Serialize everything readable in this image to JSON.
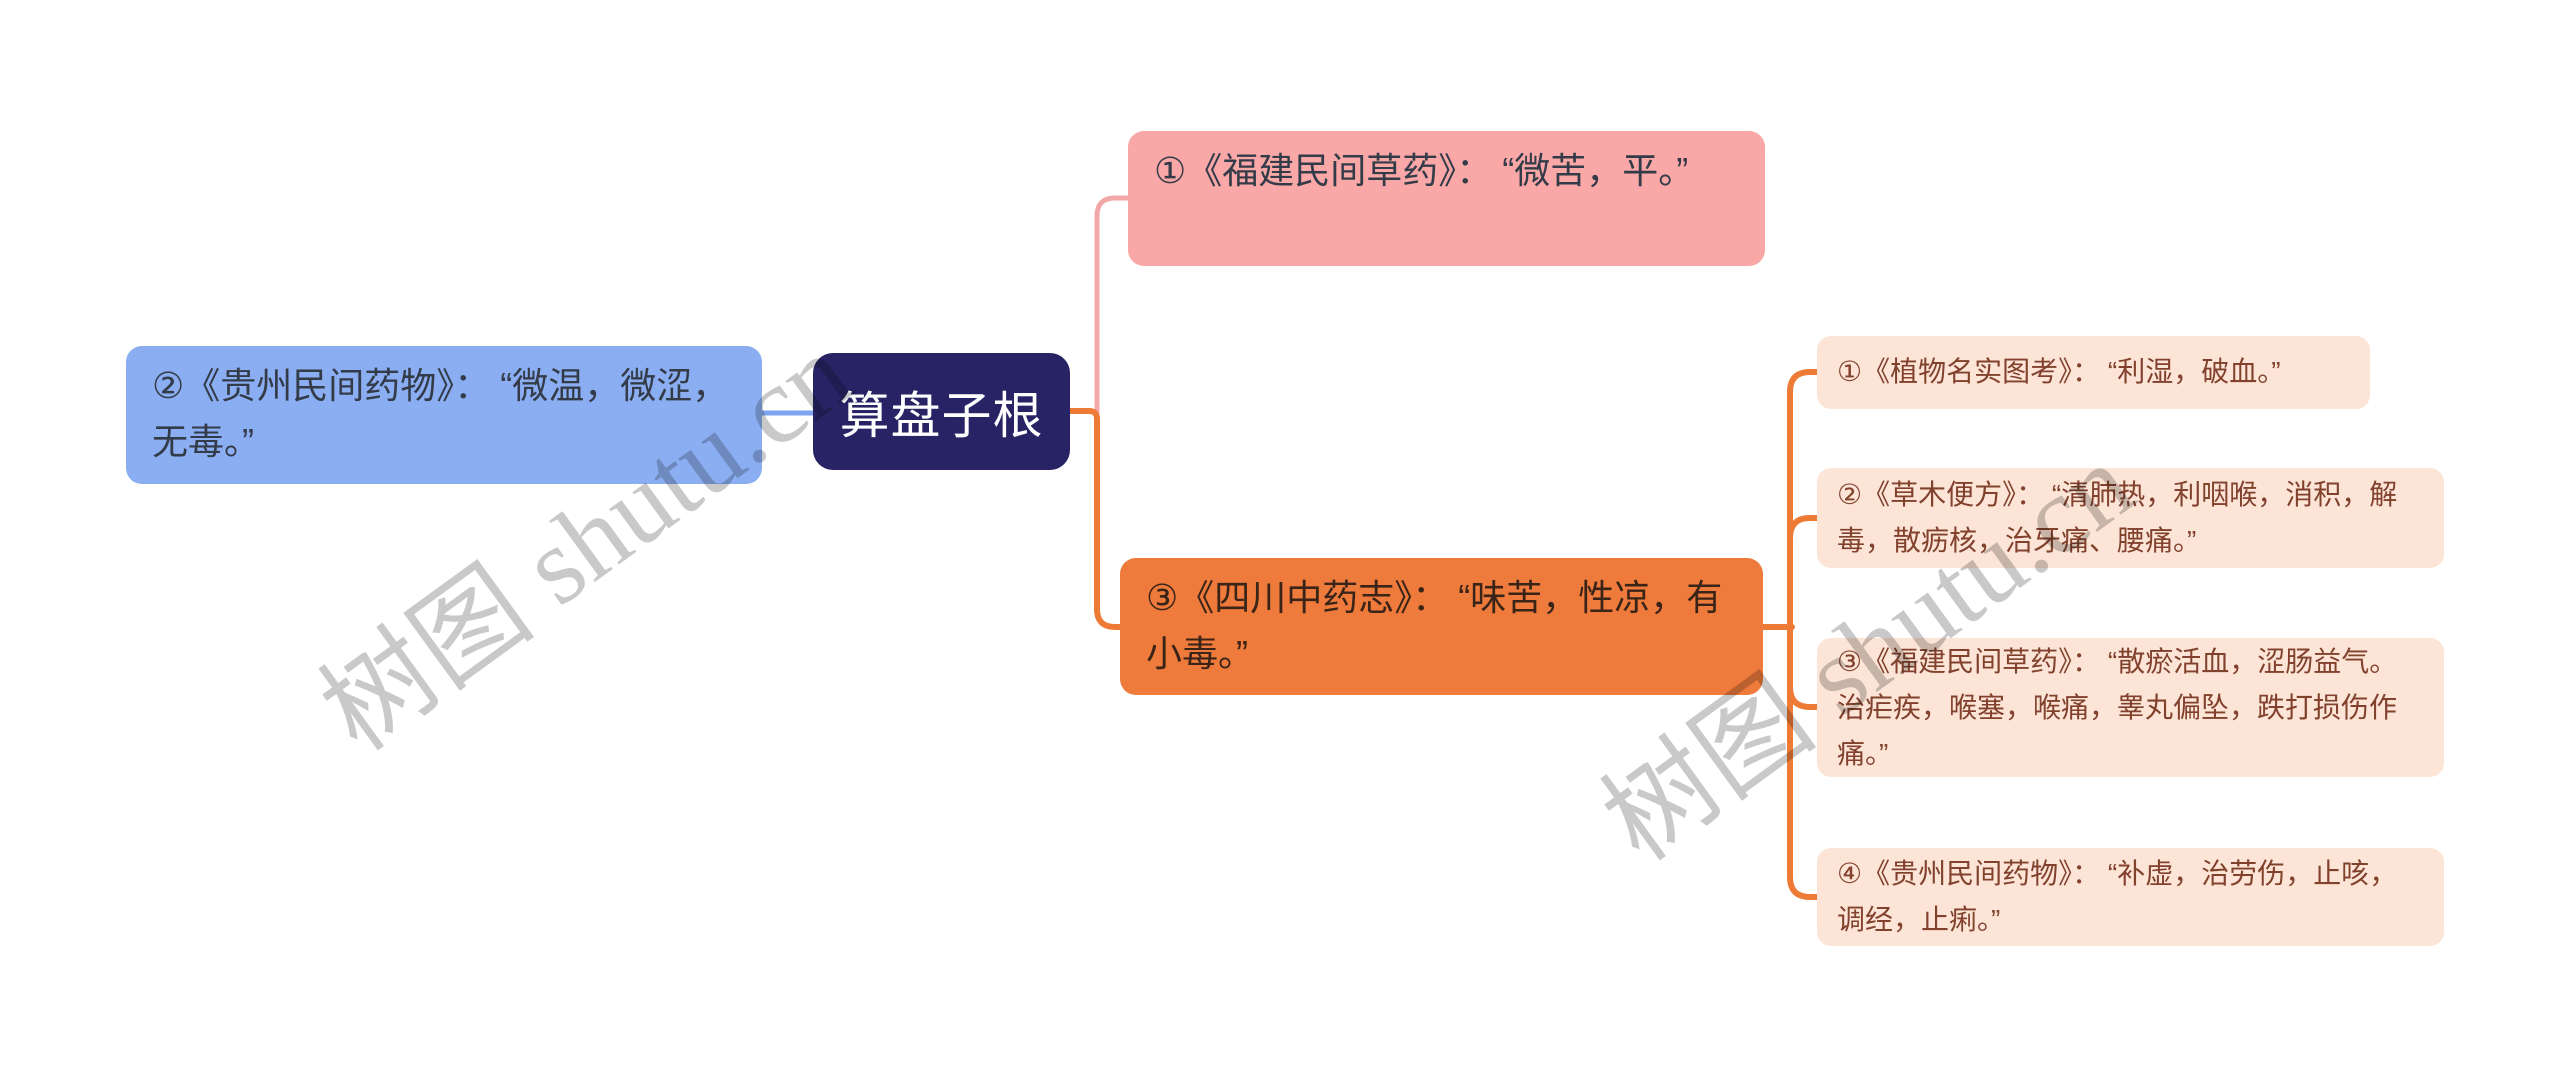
{
  "app": {
    "watermark_text": "树图 shutu.cn"
  },
  "palette": {
    "navy": "#272365",
    "blue": "#8aaef1",
    "blue-line": "#7da4ee",
    "pink": "#f9a7a7",
    "pink-line": "#f2a7a9",
    "orange": "#ee7a3b",
    "orange-line": "#ed7a35",
    "peach": "#fce5d7",
    "peach-text": "#82412d",
    "dark-text": "#333b48",
    "orange-text": "#3a2418",
    "watermark": "#c9c9c9"
  },
  "mindmap": {
    "root": {
      "label": "算盘子根"
    },
    "left_branch": {
      "text": "②《贵州民间药物》： “微温，微涩，无毒。”"
    },
    "top_branch": {
      "text": "①《福建民间草药》： “微苦，平。”"
    },
    "bottom_branch": {
      "text": "③《四川中药志》： “味苦，性凉，有小毒。”"
    },
    "children": [
      {
        "text": "①《植物名实图考》： “利湿，破血。”"
      },
      {
        "text": "②《草木便方》： “清肺热，利咽喉，消积，解毒，散疬核，治牙痛、腰痛。”"
      },
      {
        "text": "③《福建民间草药》： “散瘀活血，涩肠益气。治疟疾，喉塞，喉痛，睾丸偏坠，跌打损伤作痛。”"
      },
      {
        "text": "④《贵州民间药物》： “补虚，治劳伤，止咳，调经，止痢。”"
      }
    ]
  }
}
